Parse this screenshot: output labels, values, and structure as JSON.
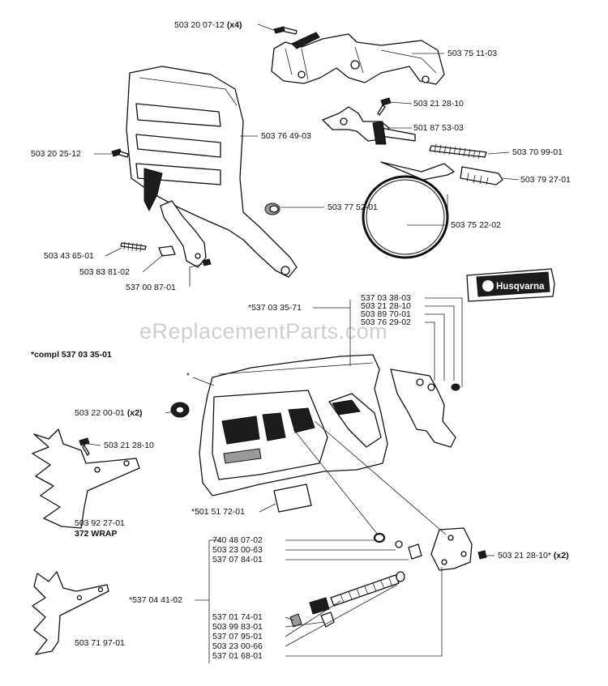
{
  "watermark": "eReplacementParts.com",
  "brand_label": "Husqvarna",
  "kit_label": "*compl 537 03 35-01",
  "asterisk_mark": "*",
  "parts": {
    "p_503200712": "503 20 07-12",
    "p_503200712_qty": "(x4)",
    "p_503751103": "503 75 11-03",
    "p_503212810_top": "503 21 28-10",
    "p_501875303": "501 87 53-03",
    "p_503709901": "503 70 99-01",
    "p_503792701": "503 79 27-01",
    "p_503752202": "503 75 22-02",
    "p_503764903": "503 76 49-03",
    "p_503202512": "503 20 25-12",
    "p_503775201": "503 77 52-01",
    "p_503436501": "503 43 65-01",
    "p_503838102": "503 83 81-02",
    "p_537008701": "537 00 87-01",
    "p_537033803": "537 03 38-03",
    "p_503212810_b": "503 21 28-10",
    "p_503897001": "503 89 70-01",
    "p_503762902": "503 76 29-02",
    "p_537033571": "*537 03 35-71",
    "p_503220001": "503 22 00-01",
    "p_503220001_qty": "(x2)",
    "p_503212810_spike": "503 21 28-10",
    "p_503922701": "503 92 27-01",
    "wrap_note": "372 WRAP",
    "p_503719701": "503 71 97-01",
    "p_501517201": "*501 51 72-01",
    "p_740480702": "740 48 07-02",
    "p_503230063": "503 23 00-63",
    "p_537078401": "537 07 84-01",
    "p_537044102": "*537 04 41-02",
    "p_537017401": "537 01 74-01",
    "p_503998301": "503 99 83-01",
    "p_537079501": "537 07 95-01",
    "p_503230066": "503 23 00-66",
    "p_537016801": "537 01 68-01",
    "p_503212810_x2": "503 21 28-10*",
    "p_503212810_x2_qty": "(x2)"
  }
}
